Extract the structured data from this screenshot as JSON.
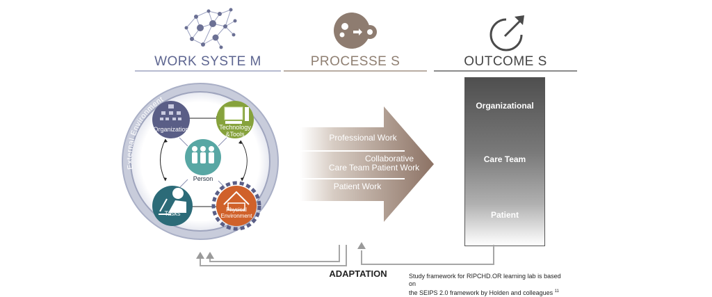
{
  "columns": {
    "work_system": "WORK SYSTE M",
    "processes": "PROCESSE S",
    "outcomes": "OUTCOME S"
  },
  "work_system": {
    "ring_label": "External Environment",
    "nodes": {
      "organization": "Organization",
      "technology_line1": "Technology",
      "technology_line2": "&Tools",
      "person": "Person",
      "tasks": "Tasks",
      "physical_line1": "Physical",
      "physical_line2": "Environment"
    }
  },
  "processes": {
    "items": [
      "Professional Work",
      "Collaborative",
      "Care Team Patient Work",
      "Patient Work"
    ]
  },
  "outcomes": {
    "items": [
      "Organizational",
      "Care Team",
      "Patient"
    ]
  },
  "feedback_label": "ADAPTATION",
  "footnote": {
    "line1": "Study framework for RIPCHD.OR learning lab is based on",
    "line2": "the SEIPS 2.0 framework by Holden and colleagues",
    "ref": "11"
  },
  "colors": {
    "work_system_title": "#5d6590",
    "processes_title": "#8f7f72",
    "outcomes_title": "#454545",
    "organization": "#5a5e86",
    "technology": "#86a23c",
    "person": "#58a7a4",
    "tasks": "#2c6b78",
    "physical": "#d0612a",
    "ring": "#aeb4c8",
    "feedback": "#9a9a9a"
  }
}
